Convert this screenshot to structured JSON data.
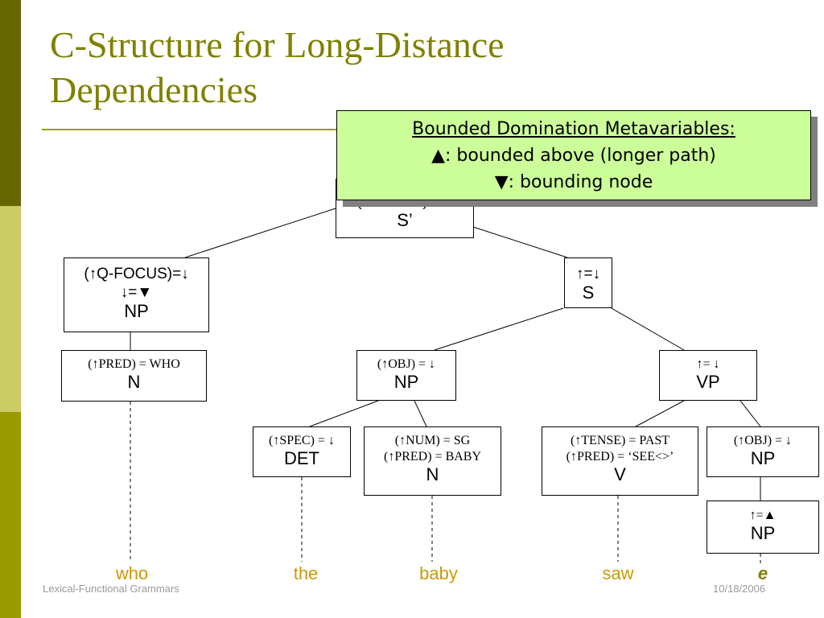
{
  "title": "C-Structure for Long-Distance Dependencies",
  "callout": {
    "heading": "Bounded Domination Metavariables:",
    "line1": "▲: bounded above (longer path)",
    "line2": "▼: bounding node"
  },
  "tree": {
    "root": {
      "ann": "(↑FOCUS) = ↓",
      "cat": "S’"
    },
    "np_focus": {
      "ann1": "(↑Q-FOCUS)=↓",
      "ann2": "↓=▼",
      "cat": "NP"
    },
    "n_who": {
      "ann": "(↑PRED) = WHO",
      "cat": "N"
    },
    "s": {
      "ann": "↑=↓",
      "cat": "S"
    },
    "np_obj": {
      "ann": "(↑OBJ) = ↓",
      "cat": "NP"
    },
    "vp": {
      "ann": "↑= ↓",
      "cat": "VP"
    },
    "det": {
      "ann": "(↑SPEC) = ↓",
      "cat": "DET"
    },
    "n_baby": {
      "ann1": "(↑NUM) = SG",
      "ann2": "(↑PRED) = BABY",
      "cat": "N"
    },
    "v": {
      "ann1": "(↑TENSE) = PAST",
      "ann2": "(↑PRED) = ‘SEE<>’",
      "cat": "V"
    },
    "np_obj2": {
      "ann": "(↑OBJ) = ↓",
      "cat": "NP"
    },
    "np_gap": {
      "ann": "↑=▲",
      "cat": "NP"
    }
  },
  "words": [
    "who",
    "the",
    "baby",
    "saw",
    "e"
  ],
  "footer": {
    "left": "Lexical-Functional Grammars",
    "right": "10/18/2006"
  },
  "colors": {
    "title": "#808000",
    "callout_bg": "#ccff99",
    "words": "#cc9900"
  }
}
